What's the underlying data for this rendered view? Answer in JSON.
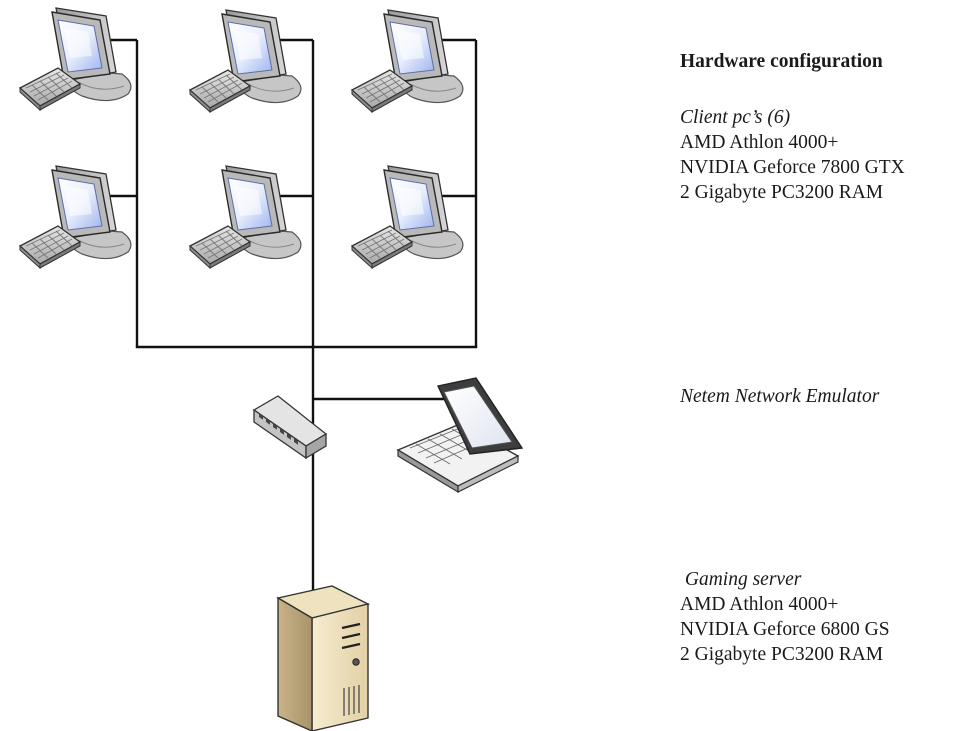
{
  "config": {
    "heading": "Hardware configuration",
    "client": {
      "title": "Client pc’s (6)",
      "lines": [
        "AMD Athlon 4000+",
        "NVIDIA Geforce 7800 GTX",
        "2 Gigabyte PC3200 RAM"
      ]
    },
    "emulator": {
      "title": "Netem Network Emulator"
    },
    "server": {
      "title": " Gaming server",
      "lines": [
        "AMD Athlon 4000+",
        "NVIDIA Geforce 6800 GS",
        "2 Gigabyte PC3200 RAM"
      ]
    }
  },
  "icons": {
    "client_pc": "desktop-computer-icon",
    "switch": "network-switch-icon",
    "laptop": "laptop-icon",
    "server": "tower-server-icon"
  }
}
